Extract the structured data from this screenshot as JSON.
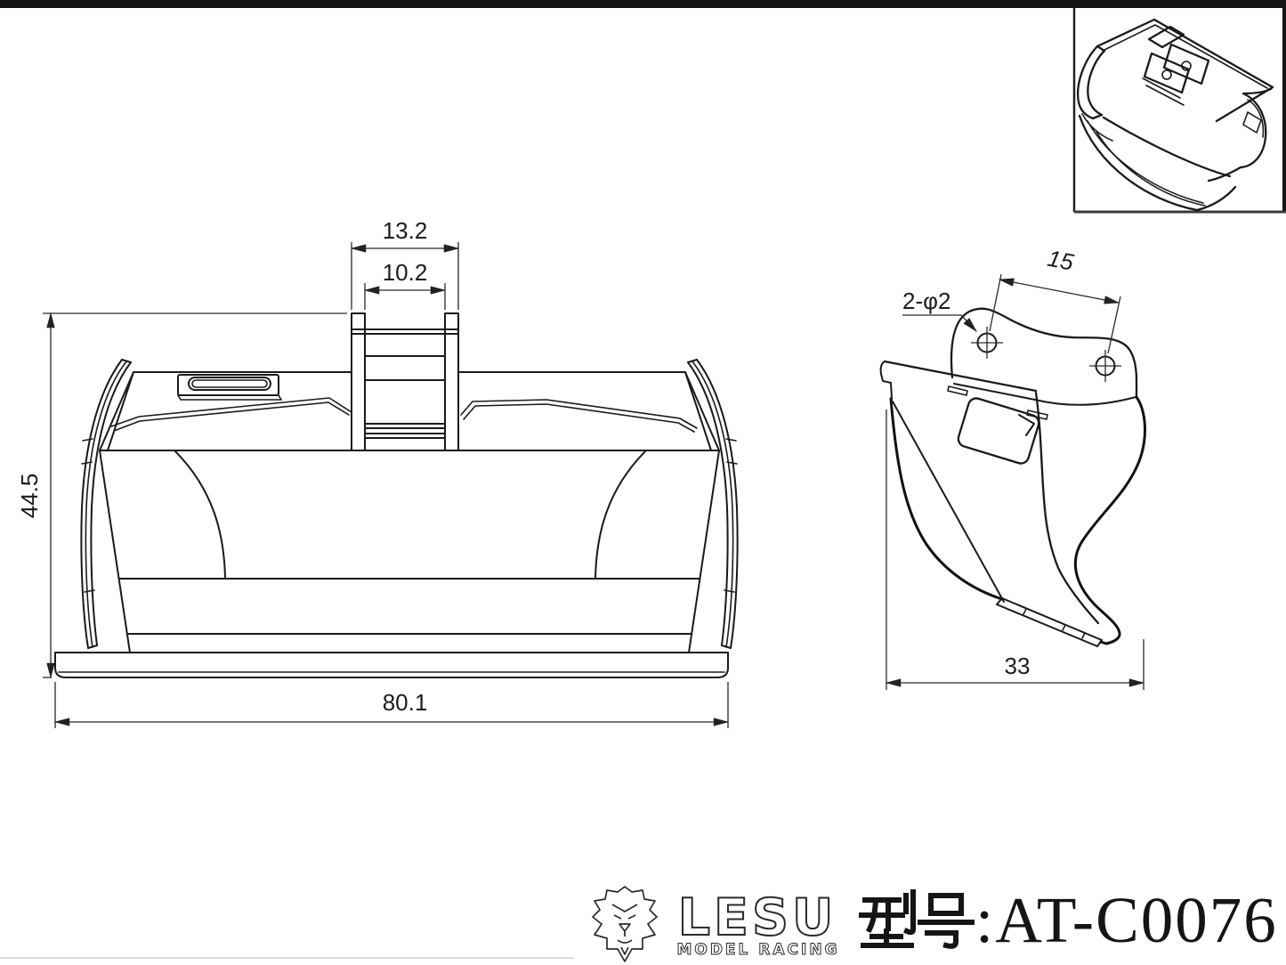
{
  "page": {
    "background": "#ffffff",
    "line_color": "#1a1a1a"
  },
  "views": {
    "front": {
      "dims": {
        "bracket_outer_width": "13.2",
        "bracket_inner_width": "10.2",
        "overall_height": "44.5",
        "overall_width": "80.1"
      }
    },
    "side": {
      "dims": {
        "hole_callout": "2-φ2",
        "hole_spacing": "15",
        "overall_depth": "33"
      }
    }
  },
  "footer": {
    "brand": "LESU",
    "brand_subtitle": "MODEL RACING",
    "model_prefix": "型号",
    "model_code": ":AT-C0076"
  }
}
